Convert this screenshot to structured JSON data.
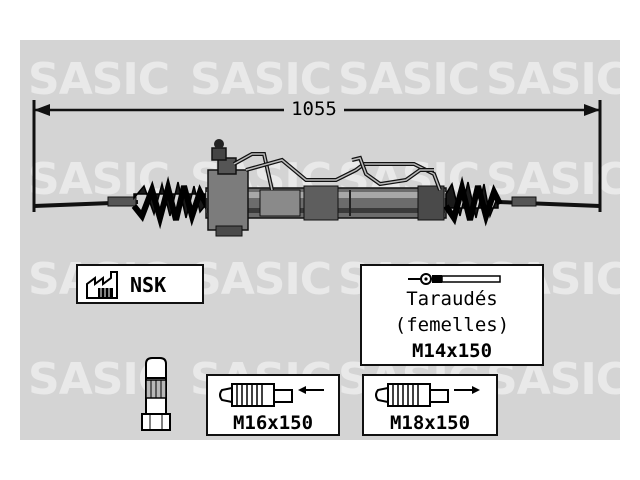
{
  "watermark": "SASIC",
  "overall_length": "1055",
  "manufacturer": {
    "name": "NSK",
    "icon": "factory-icon"
  },
  "tierod_thread": {
    "line1": "Taraudés",
    "line2": "(femelles)",
    "size": "M14x150",
    "icon": "tie-rod-end-icon"
  },
  "inner_thread_a": {
    "size": "M16x150",
    "icon": "threaded-fitting-arrow-left-icon"
  },
  "inner_thread_b": {
    "size": "M18x150",
    "icon": "threaded-fitting-arrow-right-icon"
  },
  "pinion_icon": "pinion-connector-icon",
  "colors": {
    "background": "#d4d4d4",
    "watermark": "#e9e9e9",
    "ink": "#111111",
    "panel": "#ffffff"
  }
}
